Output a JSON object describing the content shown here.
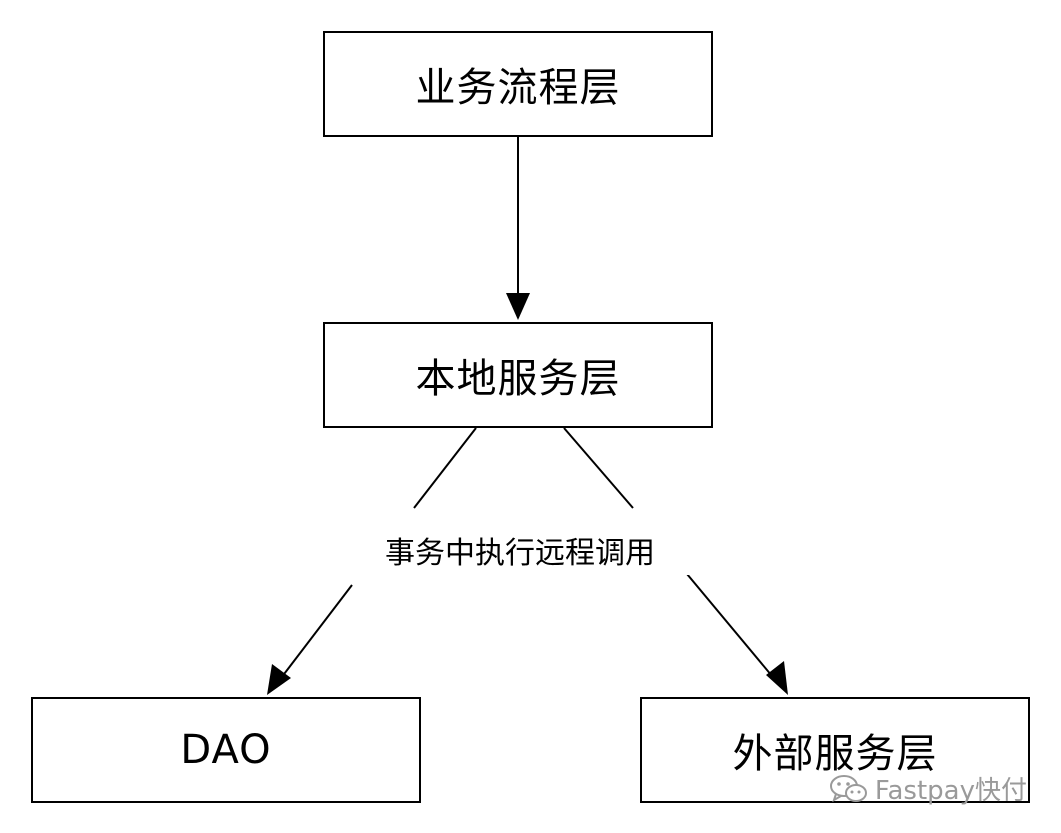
{
  "nodes": {
    "business_process": "业务流程层",
    "local_service": "本地服务层",
    "dao": "DAO",
    "external_service": "外部服务层"
  },
  "edge_label": "事务中执行远程调用",
  "watermark": {
    "icon": "wechat-icon",
    "text": "Fastpay快付"
  },
  "colors": {
    "line": "#000000",
    "watermark": "#9a9a9a"
  }
}
